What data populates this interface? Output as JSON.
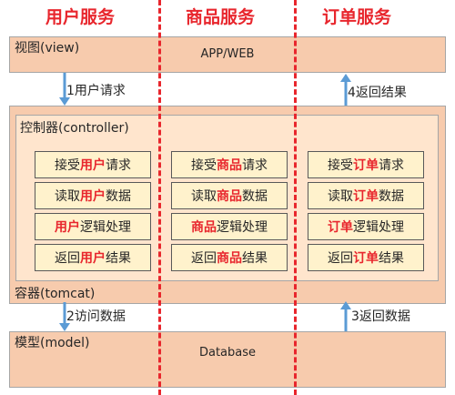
{
  "columns": [
    "用户服务",
    "商品服务",
    "订单服务"
  ],
  "view": {
    "label": "视图(view)",
    "center": "APP/WEB"
  },
  "controller": {
    "label": "控制器(controller)"
  },
  "container": {
    "label": "容器(tomcat)"
  },
  "model": {
    "label": "模型(model)",
    "center": "Database"
  },
  "arrows": {
    "request": "1用户请求",
    "return_result": "4返回结果",
    "access_data": "2访问数据",
    "return_data": "3返回数据"
  },
  "rows": [
    {
      "prefix": "接受",
      "suffix": "请求"
    },
    {
      "prefix": "读取",
      "suffix": "数据"
    },
    {
      "prefix": "",
      "suffix": "逻辑处理"
    },
    {
      "prefix": "返回",
      "suffix": "结果"
    }
  ],
  "services": [
    {
      "key": "user",
      "highlight": "用户"
    },
    {
      "key": "product",
      "highlight": "商品"
    },
    {
      "key": "order",
      "highlight": "订单"
    }
  ],
  "colors": {
    "accent": "#e8262d",
    "layer_fill": "#f7cbad",
    "cell_fill": "#fff2cc",
    "arrow": "#5b9bd5"
  }
}
